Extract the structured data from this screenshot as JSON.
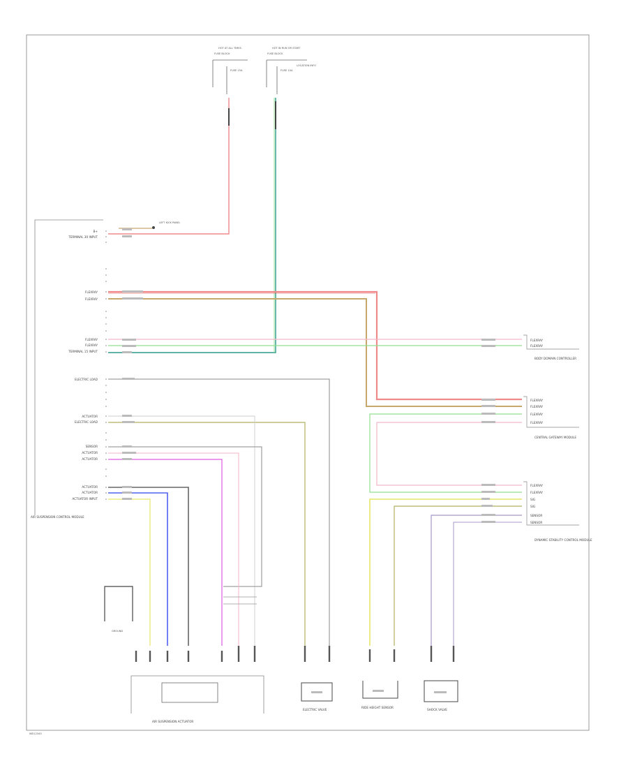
{
  "diagram": {
    "top_fuses": {
      "left_block_title": "HOT AT ALL TIMES",
      "left_block_name": "FUSE BLOCK",
      "left_fuse": "FUSE 15A",
      "right_block_title": "HOT IN RUN OR START",
      "right_block_name": "FUSE BLOCK",
      "right_fuse": "FUSE 10A",
      "right_note": "LOCATION INFO"
    },
    "ground_left": "LEFT KICK PANEL",
    "controller": {
      "name": "AIR SUSPENSION CONTROL MODULE",
      "pins": [
        "B+",
        "TERMINAL 30 INPUT",
        "FLEXRAY",
        "FLEXRAY",
        "FLEXRAY",
        "FLEXRAY",
        "TERMINAL 15 INPUT",
        "ELECTRIC LOAD",
        "ACTUATOR",
        "ELECTRIC LOAD",
        "SENSOR",
        "ACTUATOR",
        "ACTUATOR",
        "ACTUATOR",
        "ACTUATOR",
        "ACTUATOR INPUT"
      ]
    },
    "modules": {
      "module1": "BODY DOMAIN CONTROLLER",
      "module2": "CENTRAL GATEWAY MODULE",
      "module3": "DYNAMIC STABILITY CONTROL MODULE",
      "module1_pins": [
        "FLEXRAY",
        "FLEXRAY"
      ],
      "module2_pins": [
        "FLEXRAY",
        "FLEXRAY",
        "FLEXRAY",
        "FLEXRAY"
      ],
      "module3_pins": [
        "FLEXRAY",
        "FLEXRAY",
        "SIG",
        "SIG",
        "SENSOR",
        "SENSOR"
      ]
    },
    "components": {
      "actuator": "AIR SUSPENSION ACTUATOR",
      "valve1": "ELECTRIC VALVE",
      "valve2": "RIDE HEIGHT SENSOR",
      "valve3": "SHOCK VALVE",
      "ground_bottom": "GROUND"
    },
    "footer_code": "WD12345"
  },
  "colors": {
    "red": "#f08a8a",
    "pink": "#f4b6c6",
    "green": "#8fe08f",
    "teal": "#2b9a8a",
    "brown": "#c8a86a",
    "blue": "#5060f0",
    "magenta": "#e05ae0",
    "yellow": "#e6e66a",
    "olive": "#b0b060",
    "gray": "#8a8a8a",
    "violet": "#a898c8"
  }
}
